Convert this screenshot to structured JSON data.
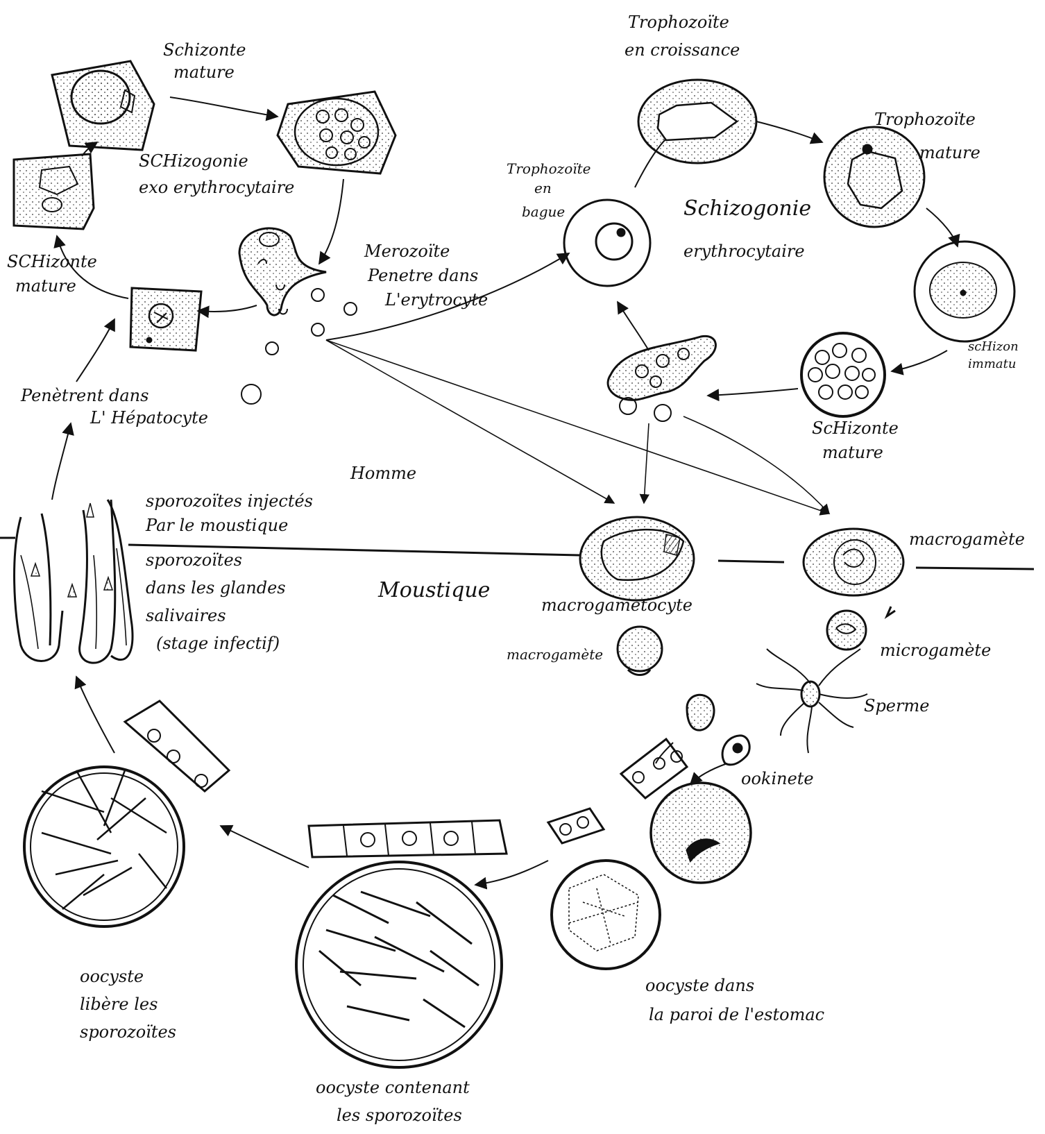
{
  "labels": {
    "schizonte_mature_top": [
      "Schizonte",
      "mature"
    ],
    "schizogonie_exo": [
      "SCHizogonie",
      "exo erythrocytaire"
    ],
    "schizonte_mature_left": [
      "SCHizonte",
      "mature"
    ],
    "penetrent": [
      "Penètrent dans",
      "L' Hépatocyte"
    ],
    "merozoite": [
      "Merozoïte",
      "Penetre dans",
      "L'erytrocyte"
    ],
    "trophozoite_croissance": [
      "Trophozoïte",
      "en croissance"
    ],
    "trophozoite_mature": [
      "Trophozoïte",
      "mature"
    ],
    "trophozoite_bague": [
      "Trophozoïte",
      "en",
      "bague"
    ],
    "schizogonie_ery": [
      "Schizogonie",
      "erythrocytaire"
    ],
    "schizonte_immature": [
      "scHizon",
      "immatu"
    ],
    "schizonte_mature_right": [
      "ScHizonte",
      "mature"
    ],
    "homme": "Homme",
    "moustique": "Moustique",
    "sporozoites_injectes": [
      "sporozoïtes injectés",
      "Par le moustique"
    ],
    "sporozoites_glandes": [
      "sporozoïtes",
      "dans les glandes",
      "salivaires",
      "(stage infectif)"
    ],
    "macrogametocyte": "macrogametocyte",
    "macrogamete_left": "macrogamète",
    "macrogamete_right": "macrogamète",
    "microgamete": "microgamète",
    "sperme": "Sperme",
    "ookinete": "ookinete",
    "oocyste_estomac": [
      "oocyste dans",
      "la paroi de l'estomac"
    ],
    "oocyste_contenant": [
      "oocyste contenant",
      "les sporozoïtes"
    ],
    "oocyste_libere": [
      "oocyste",
      "libère les",
      "sporozoïtes"
    ]
  },
  "colors": {
    "ink": "#111111",
    "paper": "#ffffff",
    "stipple": "#333333"
  }
}
